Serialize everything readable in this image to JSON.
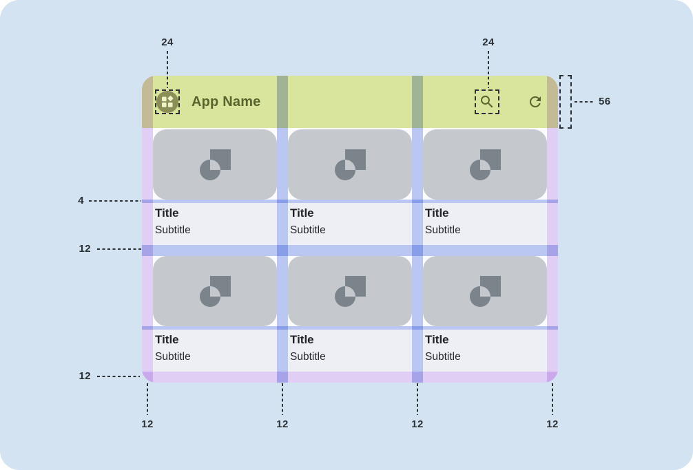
{
  "appbar": {
    "title": "App Name",
    "leading_icon": "apps-logo-icon",
    "search_icon": "search-icon",
    "refresh_icon": "refresh-icon"
  },
  "cards": [
    {
      "title": "Title",
      "subtitle": "Subtitle"
    },
    {
      "title": "Title",
      "subtitle": "Subtitle"
    },
    {
      "title": "Title",
      "subtitle": "Subtitle"
    },
    {
      "title": "Title",
      "subtitle": "Subtitle"
    },
    {
      "title": "Title",
      "subtitle": "Subtitle"
    },
    {
      "title": "Title",
      "subtitle": "Subtitle"
    }
  ],
  "measurements": {
    "appbar_leading_icon": "24",
    "appbar_trailing_icon": "24",
    "appbar_height": "56",
    "image_text_gap": "4",
    "row_gap": "12",
    "bottom_margin": "12",
    "column_marks": [
      "12",
      "12",
      "12",
      "12"
    ]
  },
  "colors": {
    "canvas_bg": "#d3e3f1",
    "mockup_bg": "#fcfcfe",
    "appbar_green": "#d9e49c",
    "appbar_ink": "#57642d",
    "app_icon_circle": "#8b8e57",
    "app_icon_glyph": "#f0f4c9",
    "card_media_gray": "#c5c8cd",
    "card_media_icon": "#7b838b",
    "card_text_bg": "#edeff5",
    "title_ink": "#1f2124",
    "subtitle_ink": "#27292d",
    "overlay_purple": "#e4d1f5",
    "overlay_blue": "#bccaf4",
    "annotation_ink": "#2a2f34"
  }
}
